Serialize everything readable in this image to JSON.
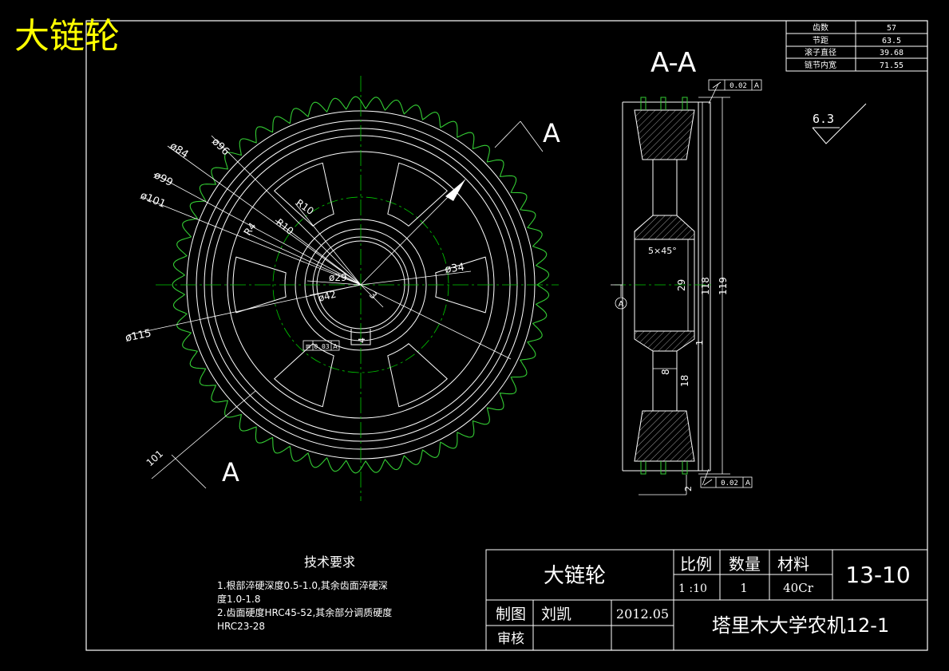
{
  "header": {
    "title": "大链轮"
  },
  "params_table": [
    {
      "label": "齿数",
      "value": "57"
    },
    {
      "label": "节距",
      "value": "63.5"
    },
    {
      "label": "滚子直径",
      "value": "39.68"
    },
    {
      "label": "链节内宽",
      "value": "71.55"
    }
  ],
  "front_view": {
    "section_mark_top": "A",
    "section_mark_bottom": "A",
    "dims": {
      "d96": "ø96",
      "d84": "ø84",
      "d99": "ø99",
      "d101": "ø101",
      "d115": "ø115",
      "r10a": "R10",
      "r10b": "R10",
      "r4": "R4",
      "d34": "ø34",
      "d29": "ø29",
      "d42": "ø42",
      "d3": "3",
      "len101": "101",
      "key": "4",
      "tol_sym": "≡",
      "tol_val": "0.03",
      "tol_ref": "A"
    }
  },
  "section_view": {
    "title": "A-A",
    "runout_top": "0.02",
    "runout_top_ref": "A",
    "runout_bottom": "0.02",
    "runout_bottom_ref": "A",
    "chamfer": "5×45°",
    "dim_29": "29",
    "dim_118": "118",
    "dim_119": "119",
    "dim_8": "8",
    "dim_18": "18",
    "dim_1": "1",
    "dim_2": "2",
    "datum": "A"
  },
  "roughness": {
    "value": "6.3"
  },
  "tech_requirements": {
    "title": "技术要求",
    "lines": [
      "1.根部淬硬深度0.5-1.0,其余齿面淬硬深",
      "度1.0-1.8",
      "2.齿面硬度HRC45-52,其余部分调质硬度",
      "HRC23-28"
    ]
  },
  "title_block": {
    "part_name": "大链轮",
    "scale_label": "比例",
    "qty_label": "数量",
    "material_label": "材料",
    "scale_value": "1  :10",
    "qty_value": "1",
    "material_value": "40Cr",
    "drawing_no": "13-10",
    "drawn_label": "制图",
    "drawn_by": "刘凯",
    "date": "2012.05",
    "check_label": "审核",
    "org": "塔里木大学农机12-1"
  },
  "colors": {
    "line": "#ffffff",
    "center": "#00cc00",
    "title": "#ffff00",
    "tooth": "#33cc33"
  }
}
